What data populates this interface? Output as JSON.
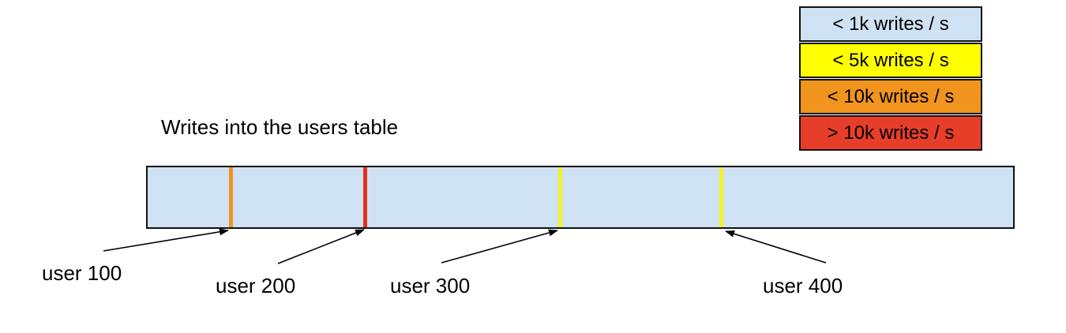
{
  "title": "Writes into the users table",
  "legend": {
    "items": [
      {
        "label": "< 1k writes / s",
        "color": "#cfe2f3"
      },
      {
        "label": "< 5k writes / s",
        "color": "#ffff00"
      },
      {
        "label": "< 10k writes / s",
        "color": "#f0941e"
      },
      {
        "label": "> 10k writes / s",
        "color": "#e73e2a"
      }
    ]
  },
  "table_bar": {
    "fill_color": "#cfe2f3",
    "markers": [
      {
        "user": "user 100",
        "rate_level": "< 10k writes / s",
        "color": "#f0941e"
      },
      {
        "user": "user 200",
        "rate_level": "> 10k writes / s",
        "color": "#e5301b"
      },
      {
        "user": "user 300",
        "rate_level": "< 5k writes / s",
        "color": "#f5f224"
      },
      {
        "user": "user 400",
        "rate_level": "< 5k writes / s",
        "color": "#f5f224"
      }
    ]
  }
}
